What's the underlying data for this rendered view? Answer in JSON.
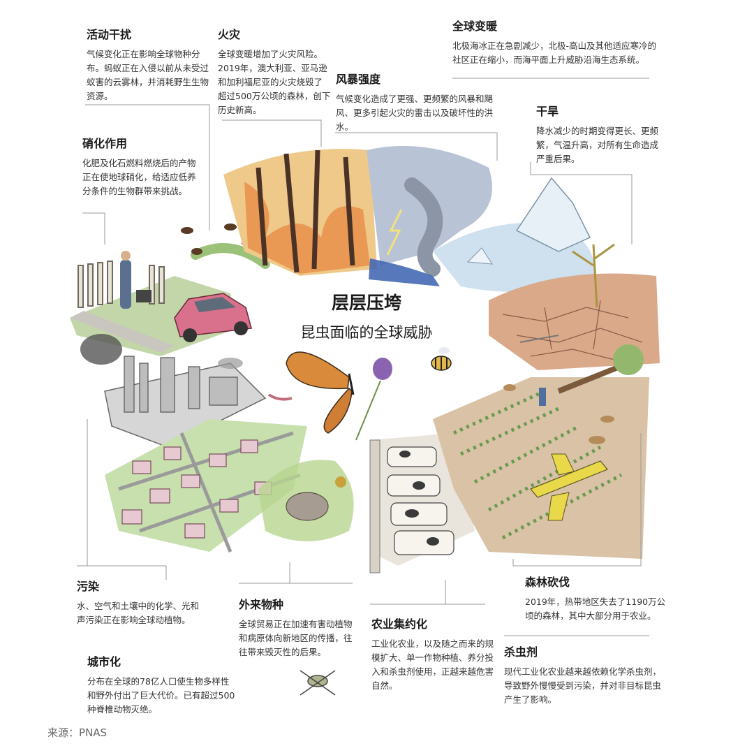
{
  "title": "层层压垮",
  "subtitle": "昆虫面临的全球威胁",
  "source": "来源：PNAS",
  "threats": {
    "disturbance": {
      "heading": "活动干扰",
      "text": "气候变化正在影响全球物种分布。蚂蚁正在入侵以前从未受过蚁害的云雾林，并消耗野生生物资源。"
    },
    "fire": {
      "heading": "火灾",
      "text": "全球变暖增加了火灾风险。2019年，澳大利亚、亚马逊和加利福尼亚的火灾烧毁了超过500万公顷的森林，创下历史新高。"
    },
    "warming": {
      "heading": "全球变暖",
      "text": "北极海冰正在急剧减少，北极-高山及其他适应寒冷的社区正在缩小，而海平面上升威胁沿海生态系统。"
    },
    "storm": {
      "heading": "风暴强度",
      "text": "气候变化造成了更强、更频繁的风暴和飓风、更多引起火灾的雷击以及破坏性的洪水。"
    },
    "drought": {
      "heading": "干旱",
      "text": "降水减少的时期变得更长、更频繁，气温升高，对所有生命造成严重后果。"
    },
    "nitrification": {
      "heading": "硝化作用",
      "text": "化肥及化石燃料燃烧后的产物正在使地球硝化，给适应低养分条件的生物群带来挑战。"
    },
    "pollution": {
      "heading": "污染",
      "text": "水、空气和土壤中的化学、光和声污染正在影响全球动植物。"
    },
    "urbanization": {
      "heading": "城市化",
      "text": "分布在全球的78亿人口使生物多样性和野外付出了巨大代价。已有超过500种脊椎动物灭绝。"
    },
    "invasive": {
      "heading": "外来物种",
      "text": "全球贸易正在加速有害动植物和病原体向新地区的传播，往往带来毁灭性的后果。"
    },
    "agriculture": {
      "heading": "农业集约化",
      "text": "工业化农业，以及随之而来的规模扩大、单一作物种植、养分投入和杀虫剂使用，正越来越危害自然。"
    },
    "deforestation": {
      "heading": "森林砍伐",
      "text": "2019年，热带地区失去了1190万公顷的森林，其中大部分用于农业。"
    },
    "pesticide": {
      "heading": "杀虫剂",
      "text": "现代工业化农业越来越依赖化学杀虫剂，导致野外慢慢受到污染，并对非目标昆虫产生了影响。"
    }
  }
}
